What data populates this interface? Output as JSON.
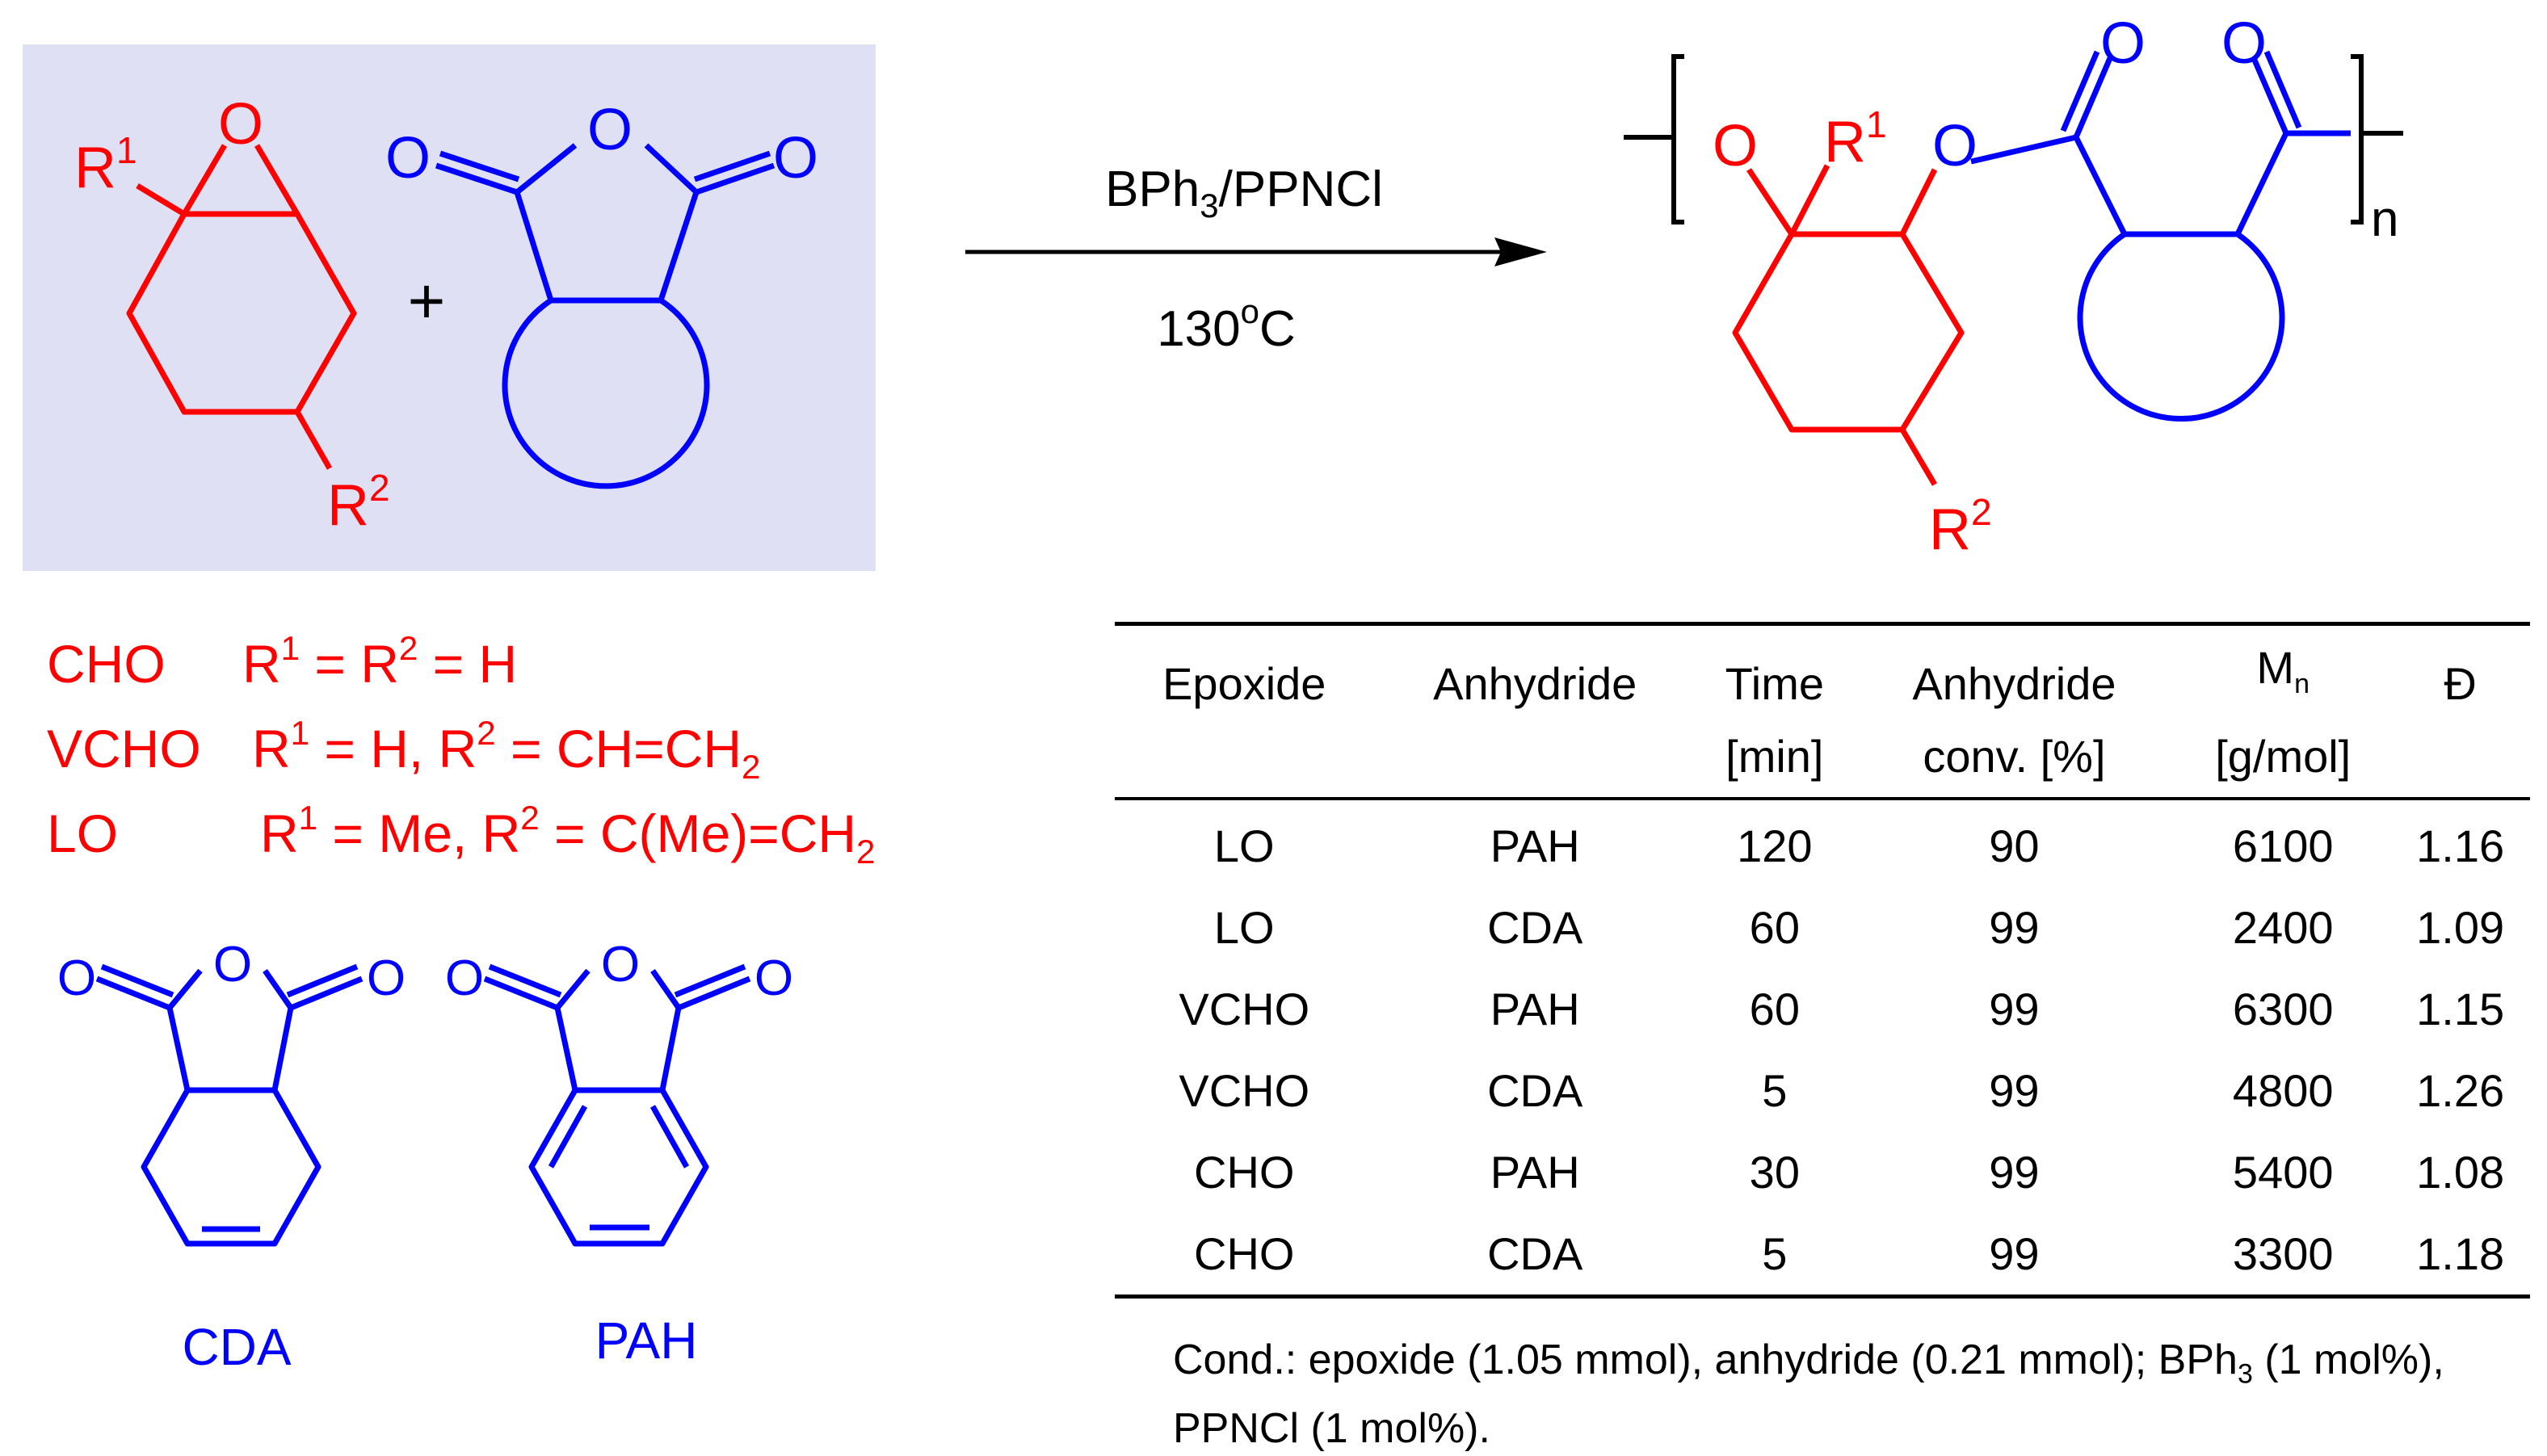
{
  "reaction": {
    "catalyst": "BPh3/PPNCl",
    "temperature": "130oC",
    "reactant_labels": {
      "r1": "R1",
      "r2": "R2"
    },
    "polymer_subscript": "n"
  },
  "epoxide_defs": [
    {
      "name": "CHO",
      "def": "R1 = R2 = H"
    },
    {
      "name": "VCHO",
      "def": "R1 = H, R2 = CH=CH2"
    },
    {
      "name": "LO",
      "def": "R1 = Me, R2 = C(Me)=CH2"
    }
  ],
  "anhydride_labels": {
    "cda": "CDA",
    "pah": "PAH"
  },
  "table": {
    "headers": [
      {
        "line1": "Epoxide",
        "line2": ""
      },
      {
        "line1": "Anhydride",
        "line2": ""
      },
      {
        "line1": "Time",
        "line2": "[min]"
      },
      {
        "line1": "Anhydride",
        "line2": "conv. [%]"
      },
      {
        "line1": "Mn",
        "line2": "[g/mol]"
      },
      {
        "line1": "Đ",
        "line2": ""
      }
    ],
    "rows": [
      [
        "LO",
        "PAH",
        "120",
        "90",
        "6100",
        "1.16"
      ],
      [
        "LO",
        "CDA",
        "60",
        "99",
        "2400",
        "1.09"
      ],
      [
        "VCHO",
        "PAH",
        "60",
        "99",
        "6300",
        "1.15"
      ],
      [
        "VCHO",
        "CDA",
        "5",
        "99",
        "4800",
        "1.26"
      ],
      [
        "CHO",
        "PAH",
        "30",
        "99",
        "5400",
        "1.08"
      ],
      [
        "CHO",
        "CDA",
        "5",
        "99",
        "3300",
        "1.18"
      ]
    ]
  },
  "footnote": {
    "line1": "Cond.: epoxide (1.05 mmol), anhydride (0.21 mmol); BPh3 (1 mol%),",
    "line2": "PPNCl (1 mol%)."
  },
  "colors": {
    "epoxide": "#ff0000",
    "anhydride": "#0000ff",
    "highlight": "#e0e0f5",
    "text": "#000000"
  }
}
